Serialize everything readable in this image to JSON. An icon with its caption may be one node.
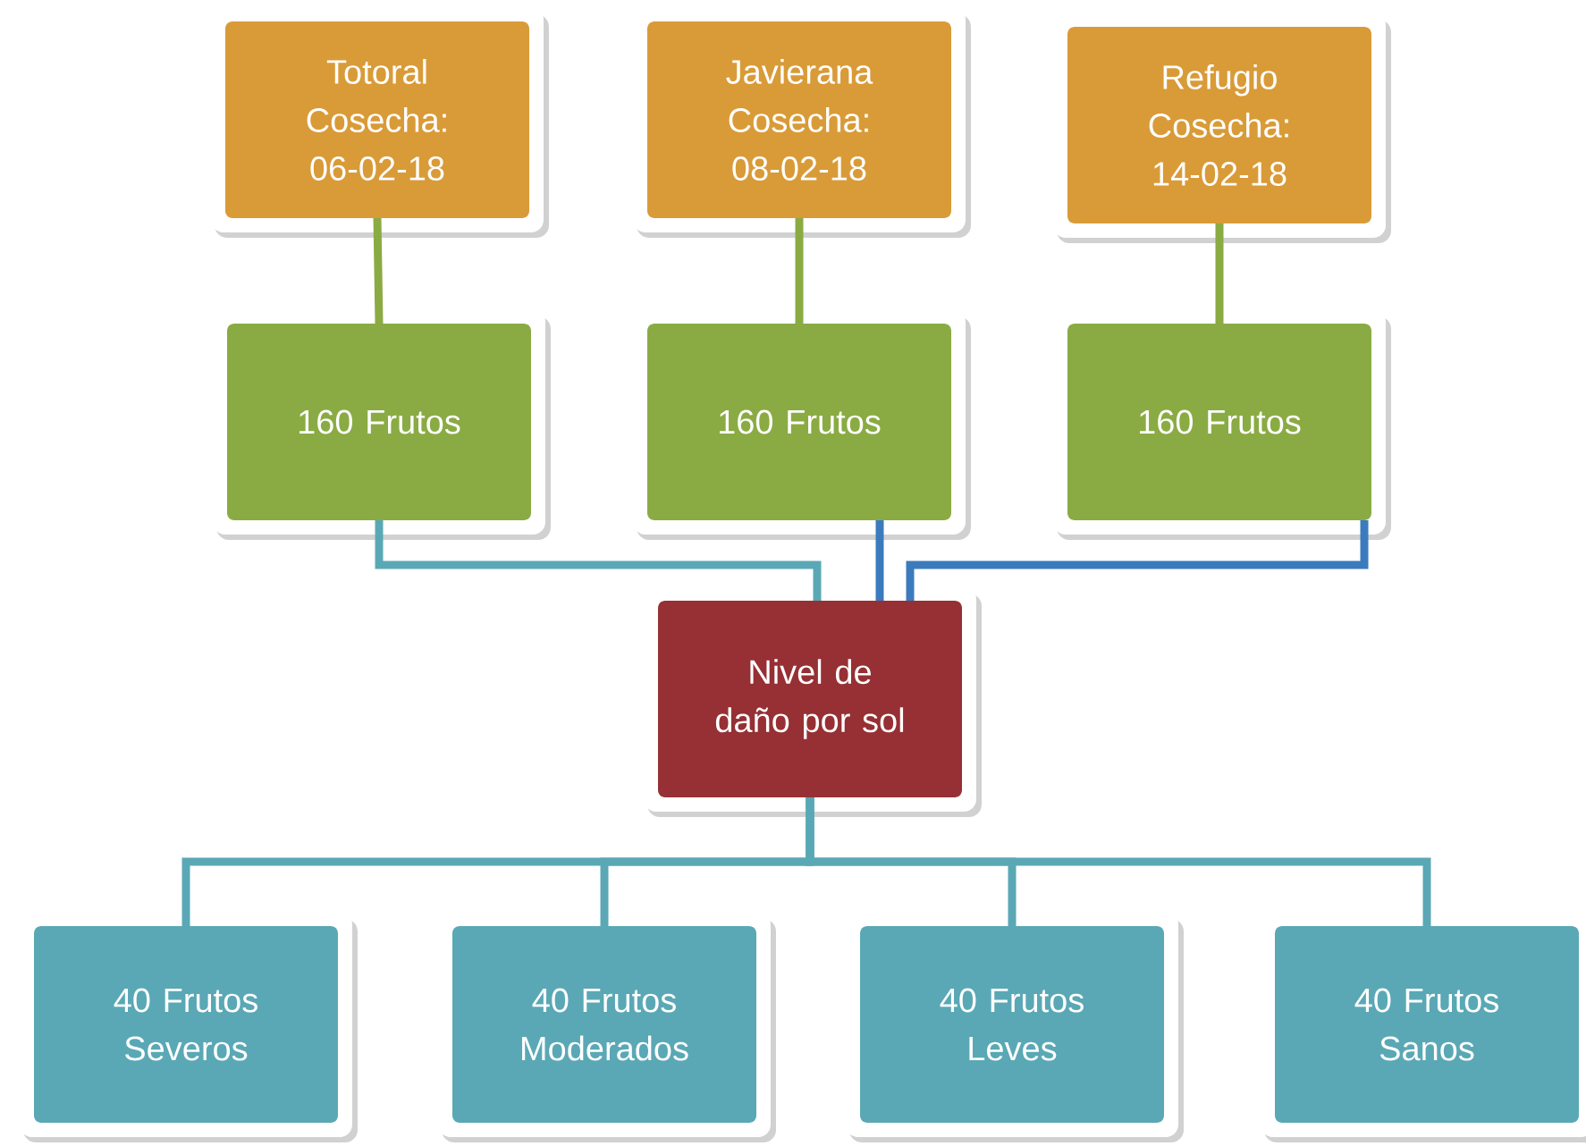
{
  "diagram": {
    "nodes": [
      {
        "text": [
          "Totoral Cosecha: 06-02-18"
        ]
      },
      {
        "text": [
          "Javierana Cosecha: 08-02-18"
        ]
      },
      {
        "text": [
          "Refugio Cosecha: 14-02-18"
        ]
      },
      {
        "text": [
          "160 Frutos"
        ]
      },
      {
        "text": [
          "160 Frutos"
        ]
      },
      {
        "text": [
          "160 Frutos"
        ]
      },
      {
        "text": [
          "Nivel de daño por sol"
        ]
      },
      {
        "text": [
          "40 Frutos Severos"
        ]
      },
      {
        "text": [
          "40 Frutos Moderados"
        ]
      },
      {
        "text": [
          "40 Frutos Leves"
        ]
      },
      {
        "text": [
          "40 Frutos Sanos"
        ]
      }
    ],
    "edges": [
      {
        "from": 0,
        "to": 3,
        "arrow": "none",
        "color": "#8aab43"
      },
      {
        "from": 1,
        "to": 4,
        "arrow": "none",
        "color": "#8aab43"
      },
      {
        "from": 2,
        "to": 5,
        "arrow": "none",
        "color": "#8aab43"
      },
      {
        "from": 3,
        "to": 6,
        "arrow": "none"
      },
      {
        "from": 4,
        "to": 6,
        "arrow": "none",
        "color": "#3b7bbd"
      },
      {
        "from": 5,
        "to": 6,
        "arrow": "none",
        "color": "#3b7bbd"
      },
      {
        "from": 6,
        "to": 7,
        "arrow": "none"
      },
      {
        "from": 6,
        "to": 8,
        "arrow": "none"
      },
      {
        "from": 6,
        "to": 9,
        "arrow": "none"
      },
      {
        "from": 6,
        "to": 10,
        "arrow": "none"
      }
    ]
  }
}
